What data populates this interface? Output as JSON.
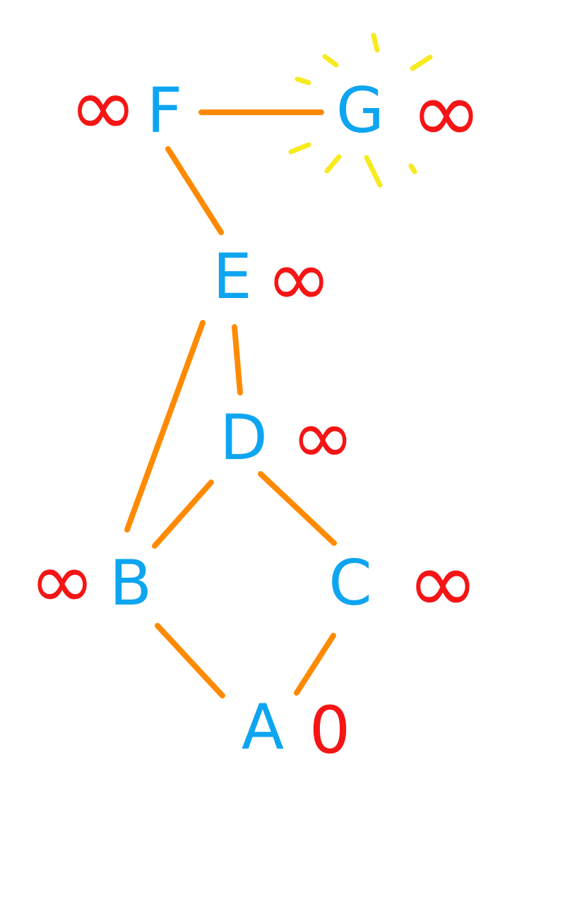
{
  "graph": {
    "nodes": [
      {
        "id": "A",
        "label": "A",
        "distance": "0"
      },
      {
        "id": "B",
        "label": "B",
        "distance": "∞"
      },
      {
        "id": "C",
        "label": "C",
        "distance": "∞"
      },
      {
        "id": "D",
        "label": "D",
        "distance": "∞"
      },
      {
        "id": "E",
        "label": "E",
        "distance": "∞"
      },
      {
        "id": "F",
        "label": "F",
        "distance": "∞"
      },
      {
        "id": "G",
        "label": "G",
        "distance": "∞"
      }
    ],
    "edges": [
      [
        "F",
        "G"
      ],
      [
        "F",
        "E"
      ],
      [
        "E",
        "D"
      ],
      [
        "E",
        "B"
      ],
      [
        "D",
        "B"
      ],
      [
        "D",
        "C"
      ],
      [
        "B",
        "A"
      ],
      [
        "C",
        "A"
      ]
    ],
    "highlighted_node": "G"
  },
  "colors": {
    "edge": "#ff8a00",
    "node_label": "#0ea5f0",
    "distance_label": "#f51515",
    "highlight_rays": "#f7ea1e"
  }
}
